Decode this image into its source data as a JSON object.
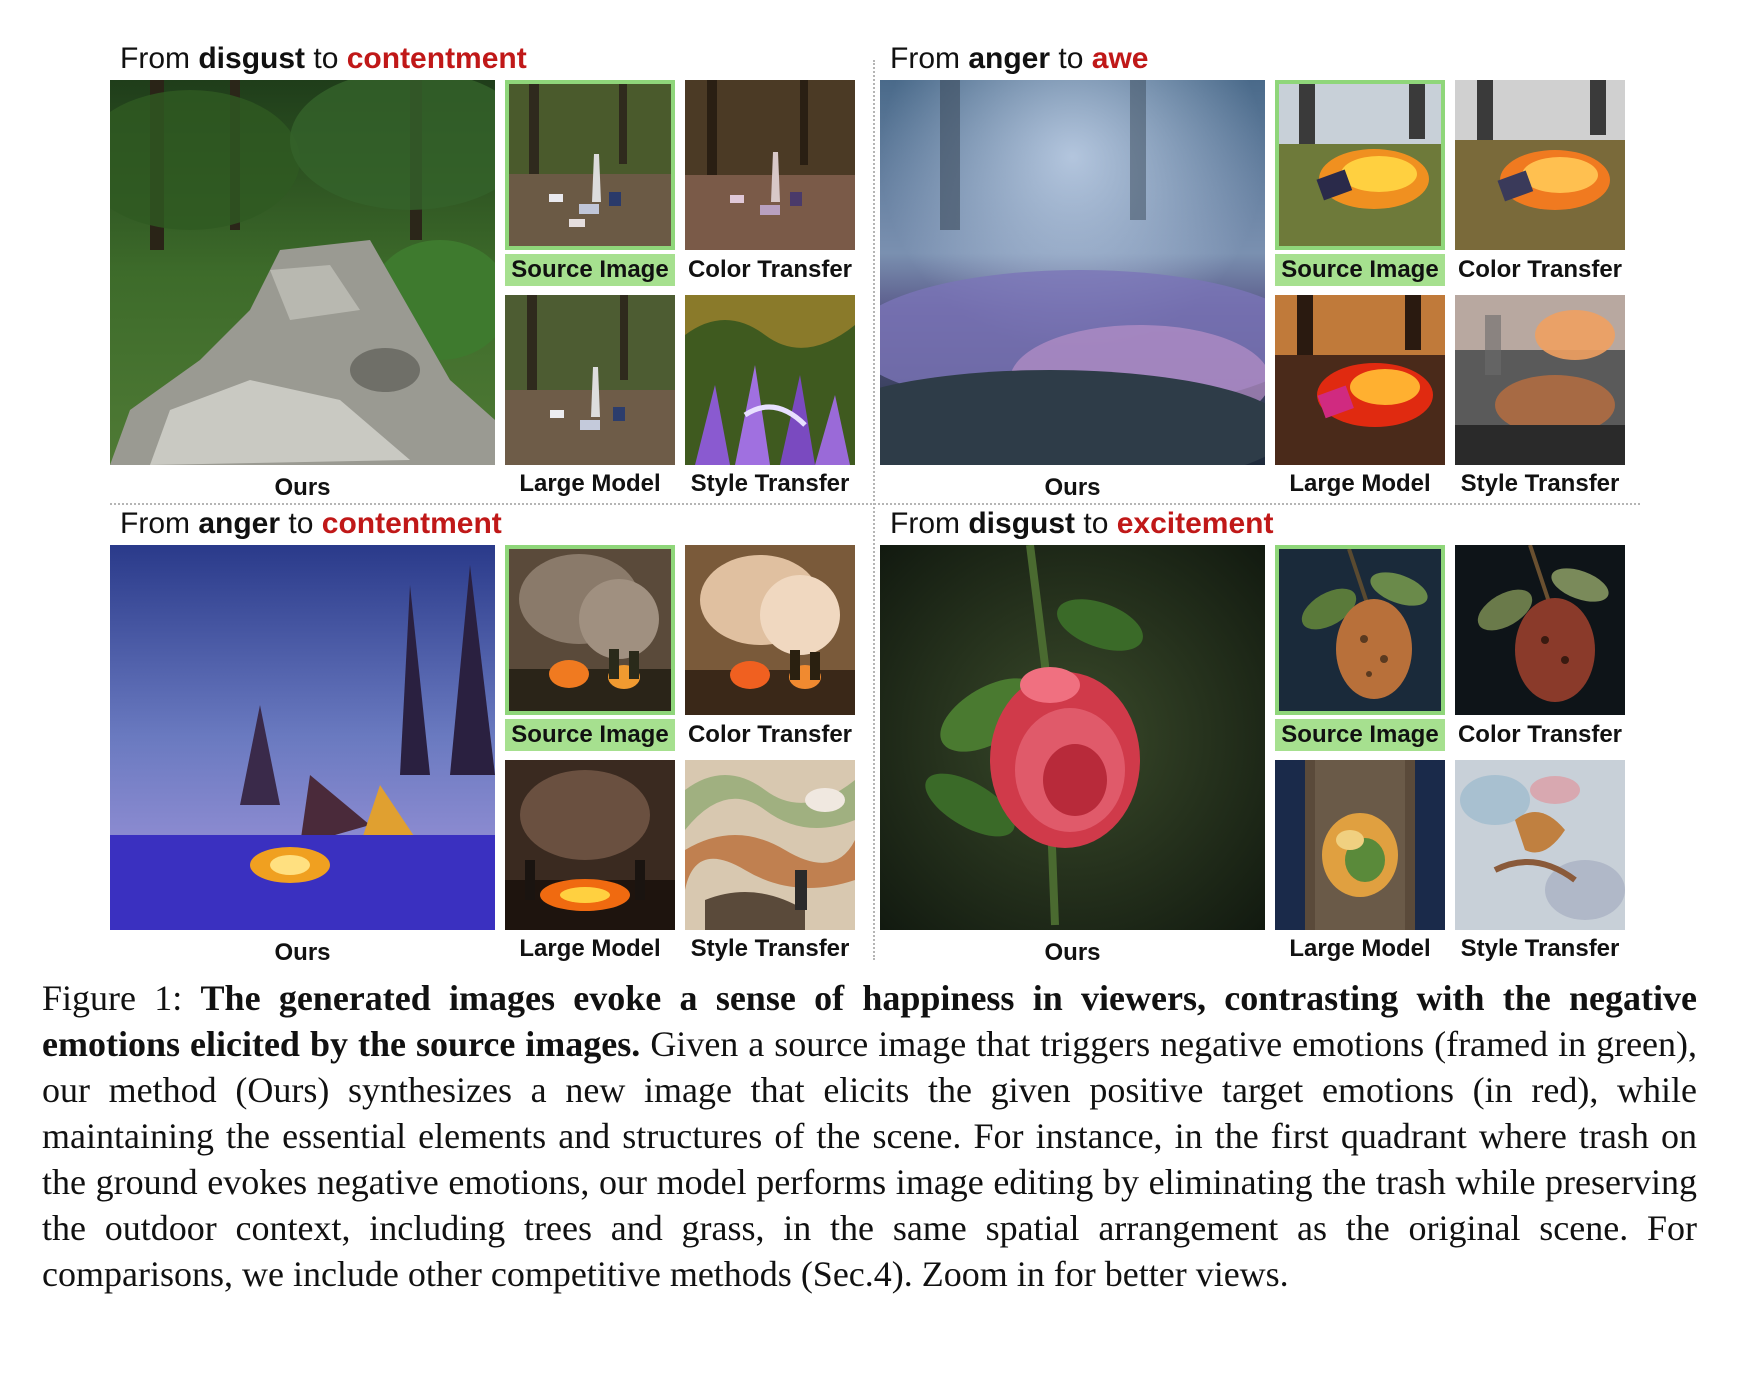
{
  "quadrants": [
    {
      "title_from_word": "From",
      "title_emotion_from": "disgust",
      "title_to_word": "to",
      "title_emotion_to": "contentment",
      "labels": {
        "ours": "Ours",
        "source": "Source Image",
        "color_transfer": "Color Transfer",
        "large_model": "Large Model",
        "style_transfer": "Style Transfer"
      },
      "scenes": {
        "ours": "forest stream",
        "source": "forest with trash",
        "color_transfer": "forest with trash",
        "large_model": "forest with trash",
        "style_transfer": "purple flowers"
      }
    },
    {
      "title_from_word": "From",
      "title_emotion_from": "anger",
      "title_to_word": "to",
      "title_emotion_to": "awe",
      "labels": {
        "ours": "Ours",
        "source": "Source Image",
        "color_transfer": "Color Transfer",
        "large_model": "Large Model",
        "style_transfer": "Style Transfer"
      },
      "scenes": {
        "ours": "misty lavender field",
        "source": "burning book on grass",
        "color_transfer": "burning book on grass",
        "large_model": "burning book on grass",
        "style_transfer": "blurred abstract"
      }
    },
    {
      "title_from_word": "From",
      "title_emotion_from": "anger",
      "title_to_word": "to",
      "title_emotion_to": "contentment",
      "labels": {
        "ours": "Ours",
        "source": "Source Image",
        "color_transfer": "Color Transfer",
        "large_model": "Large Model",
        "style_transfer": "Style Transfer"
      },
      "scenes": {
        "ours": "snowy village at dusk",
        "source": "wildfire with firefighters",
        "color_transfer": "wildfire with firefighters",
        "large_model": "wildfire with firefighters",
        "style_transfer": "abstract painted"
      }
    },
    {
      "title_from_word": "From",
      "title_emotion_from": "disgust",
      "title_to_word": "to",
      "title_emotion_to": "excitement",
      "labels": {
        "ours": "Ours",
        "source": "Source Image",
        "color_transfer": "Color Transfer",
        "large_model": "Large Model",
        "style_transfer": "Style Transfer"
      },
      "scenes": {
        "ours": "red rose",
        "source": "rotting fruit",
        "color_transfer": "rotting fruit",
        "large_model": "fruit on tree bark",
        "style_transfer": "abstract texture"
      }
    }
  ],
  "caption": {
    "prefix": "Figure 1:",
    "bold": "The generated images evoke a sense of happiness in viewers, contrasting with the negative emotions elicited by the source images.",
    "body": "Given a source image that triggers negative emotions (framed in green), our method (Ours) synthesizes a new image that elicits the given positive target emotions (in red), while maintaining the essential elements and structures of the scene. For instance, in the first quadrant where trash on the ground evokes negative emotions, our model performs image editing by eliminating the trash while preserving the outdoor context, including trees and grass, in the same spatial arrangement as the original scene. For comparisons, we include other competitive methods (Sec.4). Zoom in for better views."
  },
  "colors": {
    "target_emotion": "#c01818",
    "source_frame": "#8fd67a",
    "source_label_bg": "#a6e08f"
  }
}
